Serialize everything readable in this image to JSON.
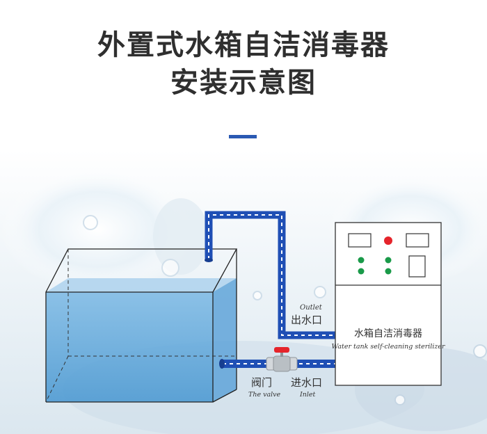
{
  "title": {
    "line1": "外置式水箱自洁消毒器",
    "line2": "安装示意图"
  },
  "labels": {
    "outlet_en": "Outlet",
    "outlet_cn": "出水口",
    "device_cn": "水箱自洁消毒器",
    "device_en": "Water tank self-cleaning sterilizer",
    "valve_cn": "阀门",
    "valve_en": "The valve",
    "inlet_cn": "进水口",
    "inlet_en": "Inlet"
  },
  "colors": {
    "pipe": "#1f4fb5",
    "pipe_stripe": "#ffffff",
    "water": "#6fb0df",
    "indicator_red": "#e5242b",
    "indicator_green": "#1a9a49",
    "accent_bar": "#2a59b3"
  }
}
